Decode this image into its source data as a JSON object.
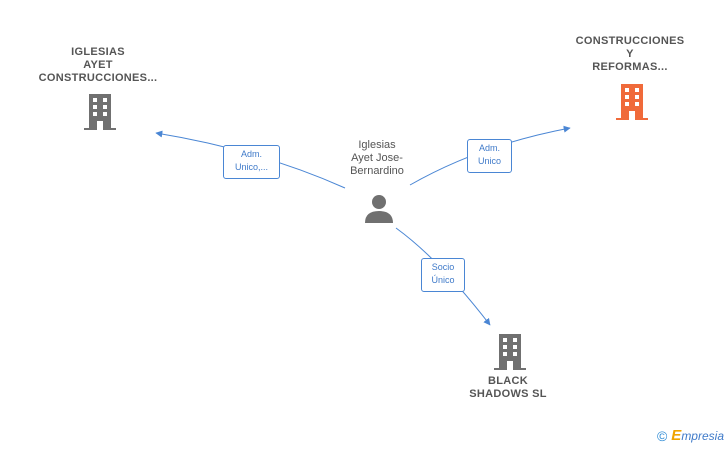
{
  "nodes": {
    "company_left": {
      "lines": [
        "IGLESIAS",
        "AYET",
        "CONSTRUCCIONES..."
      ],
      "icon": "building-icon",
      "color": "#707070"
    },
    "company_right": {
      "lines": [
        "CONSTRUCCIONES",
        "Y",
        "REFORMAS..."
      ],
      "icon": "building-icon",
      "color": "#f06a3a"
    },
    "person_center": {
      "lines": [
        "Iglesias",
        "Ayet Jose-",
        "Bernardino"
      ],
      "icon": "person-icon",
      "color": "#707070"
    },
    "company_bottom": {
      "lines": [
        "BLACK",
        "SHADOWS SL"
      ],
      "icon": "building-icon",
      "color": "#707070"
    }
  },
  "edges": {
    "to_left": [
      "Adm.",
      "Unico,..."
    ],
    "to_right": [
      "Adm.",
      "Unico"
    ],
    "to_bottom": [
      "Socio",
      "Único"
    ]
  },
  "colors": {
    "edge": "#4a86d4"
  },
  "footer": {
    "copyright": "©",
    "brand_first": "E",
    "brand_rest": "mpresia"
  }
}
